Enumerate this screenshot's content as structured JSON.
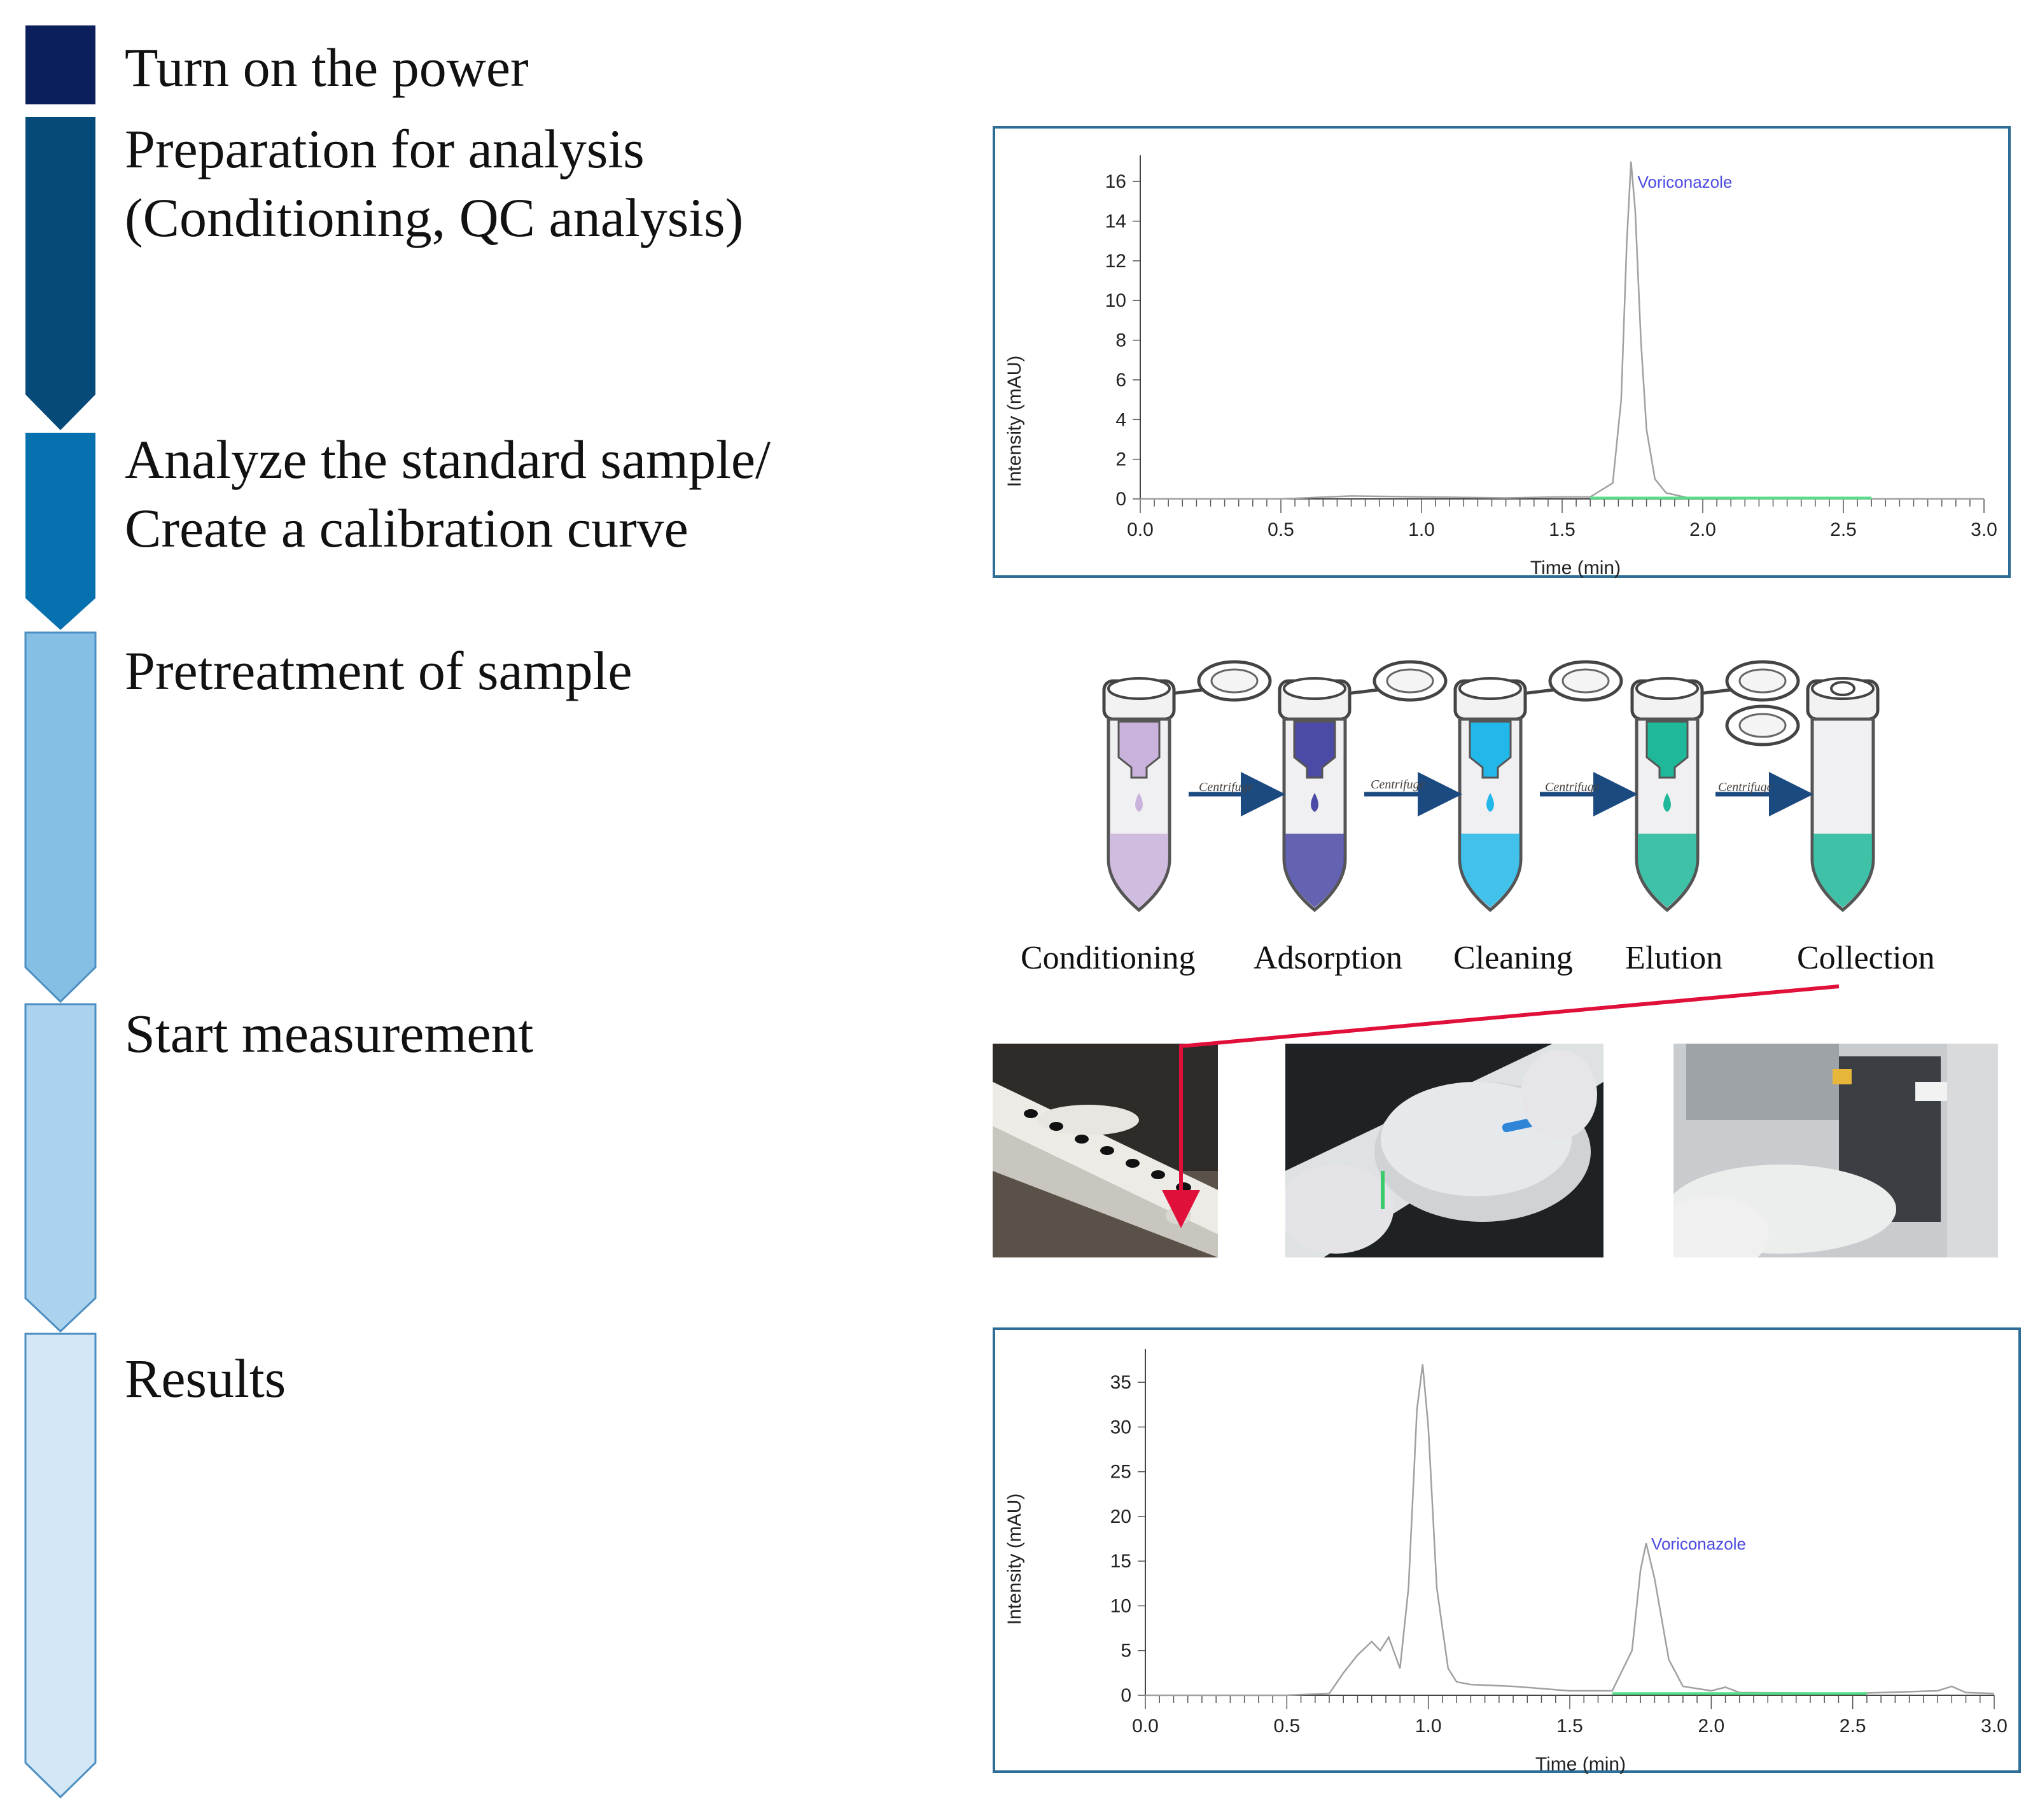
{
  "steps": [
    {
      "line1": "Turn on the power",
      "line2": "",
      "color": "#0a1f5c"
    },
    {
      "line1": "Preparation for analysis",
      "line2": "(Conditioning, QC analysis)",
      "color": "#054a78"
    },
    {
      "line1": "Analyze the standard sample/",
      "line2": "Create a calibration curve",
      "color": "#0771b0"
    },
    {
      "line1": "Pretreatment of sample",
      "line2": "",
      "color": "#86bfe4"
    },
    {
      "line1": "Start measurement",
      "line2": "",
      "color": "#acd3ee"
    },
    {
      "line1": "Results",
      "line2": "",
      "color": "#d4e7f6"
    }
  ],
  "chart_data": [
    {
      "type": "line",
      "title": "",
      "xlabel": "Time (min)",
      "ylabel": "Intensity (mAU)",
      "xlim": [
        0,
        3.0
      ],
      "ylim": [
        0,
        17
      ],
      "xticks": [
        "0.0",
        "0.5",
        "1.0",
        "1.5",
        "2.0",
        "2.5",
        "3.0"
      ],
      "yticks": [
        "0",
        "2",
        "4",
        "6",
        "8",
        "10",
        "12",
        "14",
        "16"
      ],
      "annotation": "Voriconazole",
      "annotation_at": [
        1.75,
        16
      ],
      "series": [
        {
          "x": [
            0,
            0.5,
            0.75,
            1.0,
            1.3,
            1.5,
            1.6,
            1.68,
            1.71,
            1.73,
            1.745,
            1.76,
            1.78,
            1.8,
            1.83,
            1.87,
            1.95,
            2.2,
            2.6,
            3.0
          ],
          "y": [
            0,
            0,
            0.15,
            0.1,
            0.05,
            0.1,
            0.1,
            0.8,
            5,
            13,
            17,
            14.5,
            8,
            3.5,
            1,
            0.3,
            0.05,
            0,
            0,
            0
          ],
          "color": "#a0a0a0"
        },
        {
          "x": [
            1.6,
            2.6
          ],
          "y": [
            0.05,
            0.05
          ],
          "color": "#55dd88"
        }
      ]
    },
    {
      "type": "line",
      "title": "",
      "xlabel": "Time (min)",
      "ylabel": "Intensity (mAU)",
      "xlim": [
        0,
        3.0
      ],
      "ylim": [
        0,
        38
      ],
      "xticks": [
        "0.0",
        "0.5",
        "1.0",
        "1.5",
        "2.0",
        "2.5",
        "3.0"
      ],
      "yticks": [
        "0",
        "5",
        "10",
        "15",
        "20",
        "25",
        "30",
        "35"
      ],
      "annotation": "Voriconazole",
      "annotation_at": [
        1.77,
        17
      ],
      "series": [
        {
          "x": [
            0,
            0.5,
            0.65,
            0.7,
            0.75,
            0.8,
            0.83,
            0.86,
            0.9,
            0.93,
            0.96,
            0.98,
            1.0,
            1.03,
            1.07,
            1.1,
            1.15,
            1.3,
            1.5,
            1.65,
            1.72,
            1.75,
            1.77,
            1.8,
            1.85,
            1.9,
            2.0,
            2.05,
            2.1,
            2.5,
            2.8,
            2.85,
            2.9,
            3.0
          ],
          "y": [
            0,
            0,
            0.2,
            2.5,
            4.5,
            6,
            5,
            6.5,
            3,
            12,
            32,
            37,
            30,
            12,
            3,
            1.5,
            1.2,
            1,
            0.5,
            0.5,
            5,
            14,
            17,
            13,
            4,
            1,
            0.5,
            0.9,
            0.3,
            0.2,
            0.5,
            1,
            0.3,
            0.2
          ],
          "color": "#a0a0a0"
        },
        {
          "x": [
            1.65,
            2.55
          ],
          "y": [
            0.2,
            0.2
          ],
          "color": "#55dd88"
        }
      ]
    }
  ],
  "pretreatment": {
    "labels": [
      "Conditioning",
      "Adsorption",
      "Cleaning",
      "Elution",
      "Collection"
    ],
    "centrifuge_label": "Centrifuge",
    "liquid_colors": [
      "#c9b3dc",
      "#4b4aa6",
      "#23b8ea",
      "#1fb89a",
      "#1fb89a"
    ]
  },
  "photos": [
    {
      "name": "rack-photo"
    },
    {
      "name": "scanner-photo"
    },
    {
      "name": "instrument-photo"
    }
  ]
}
